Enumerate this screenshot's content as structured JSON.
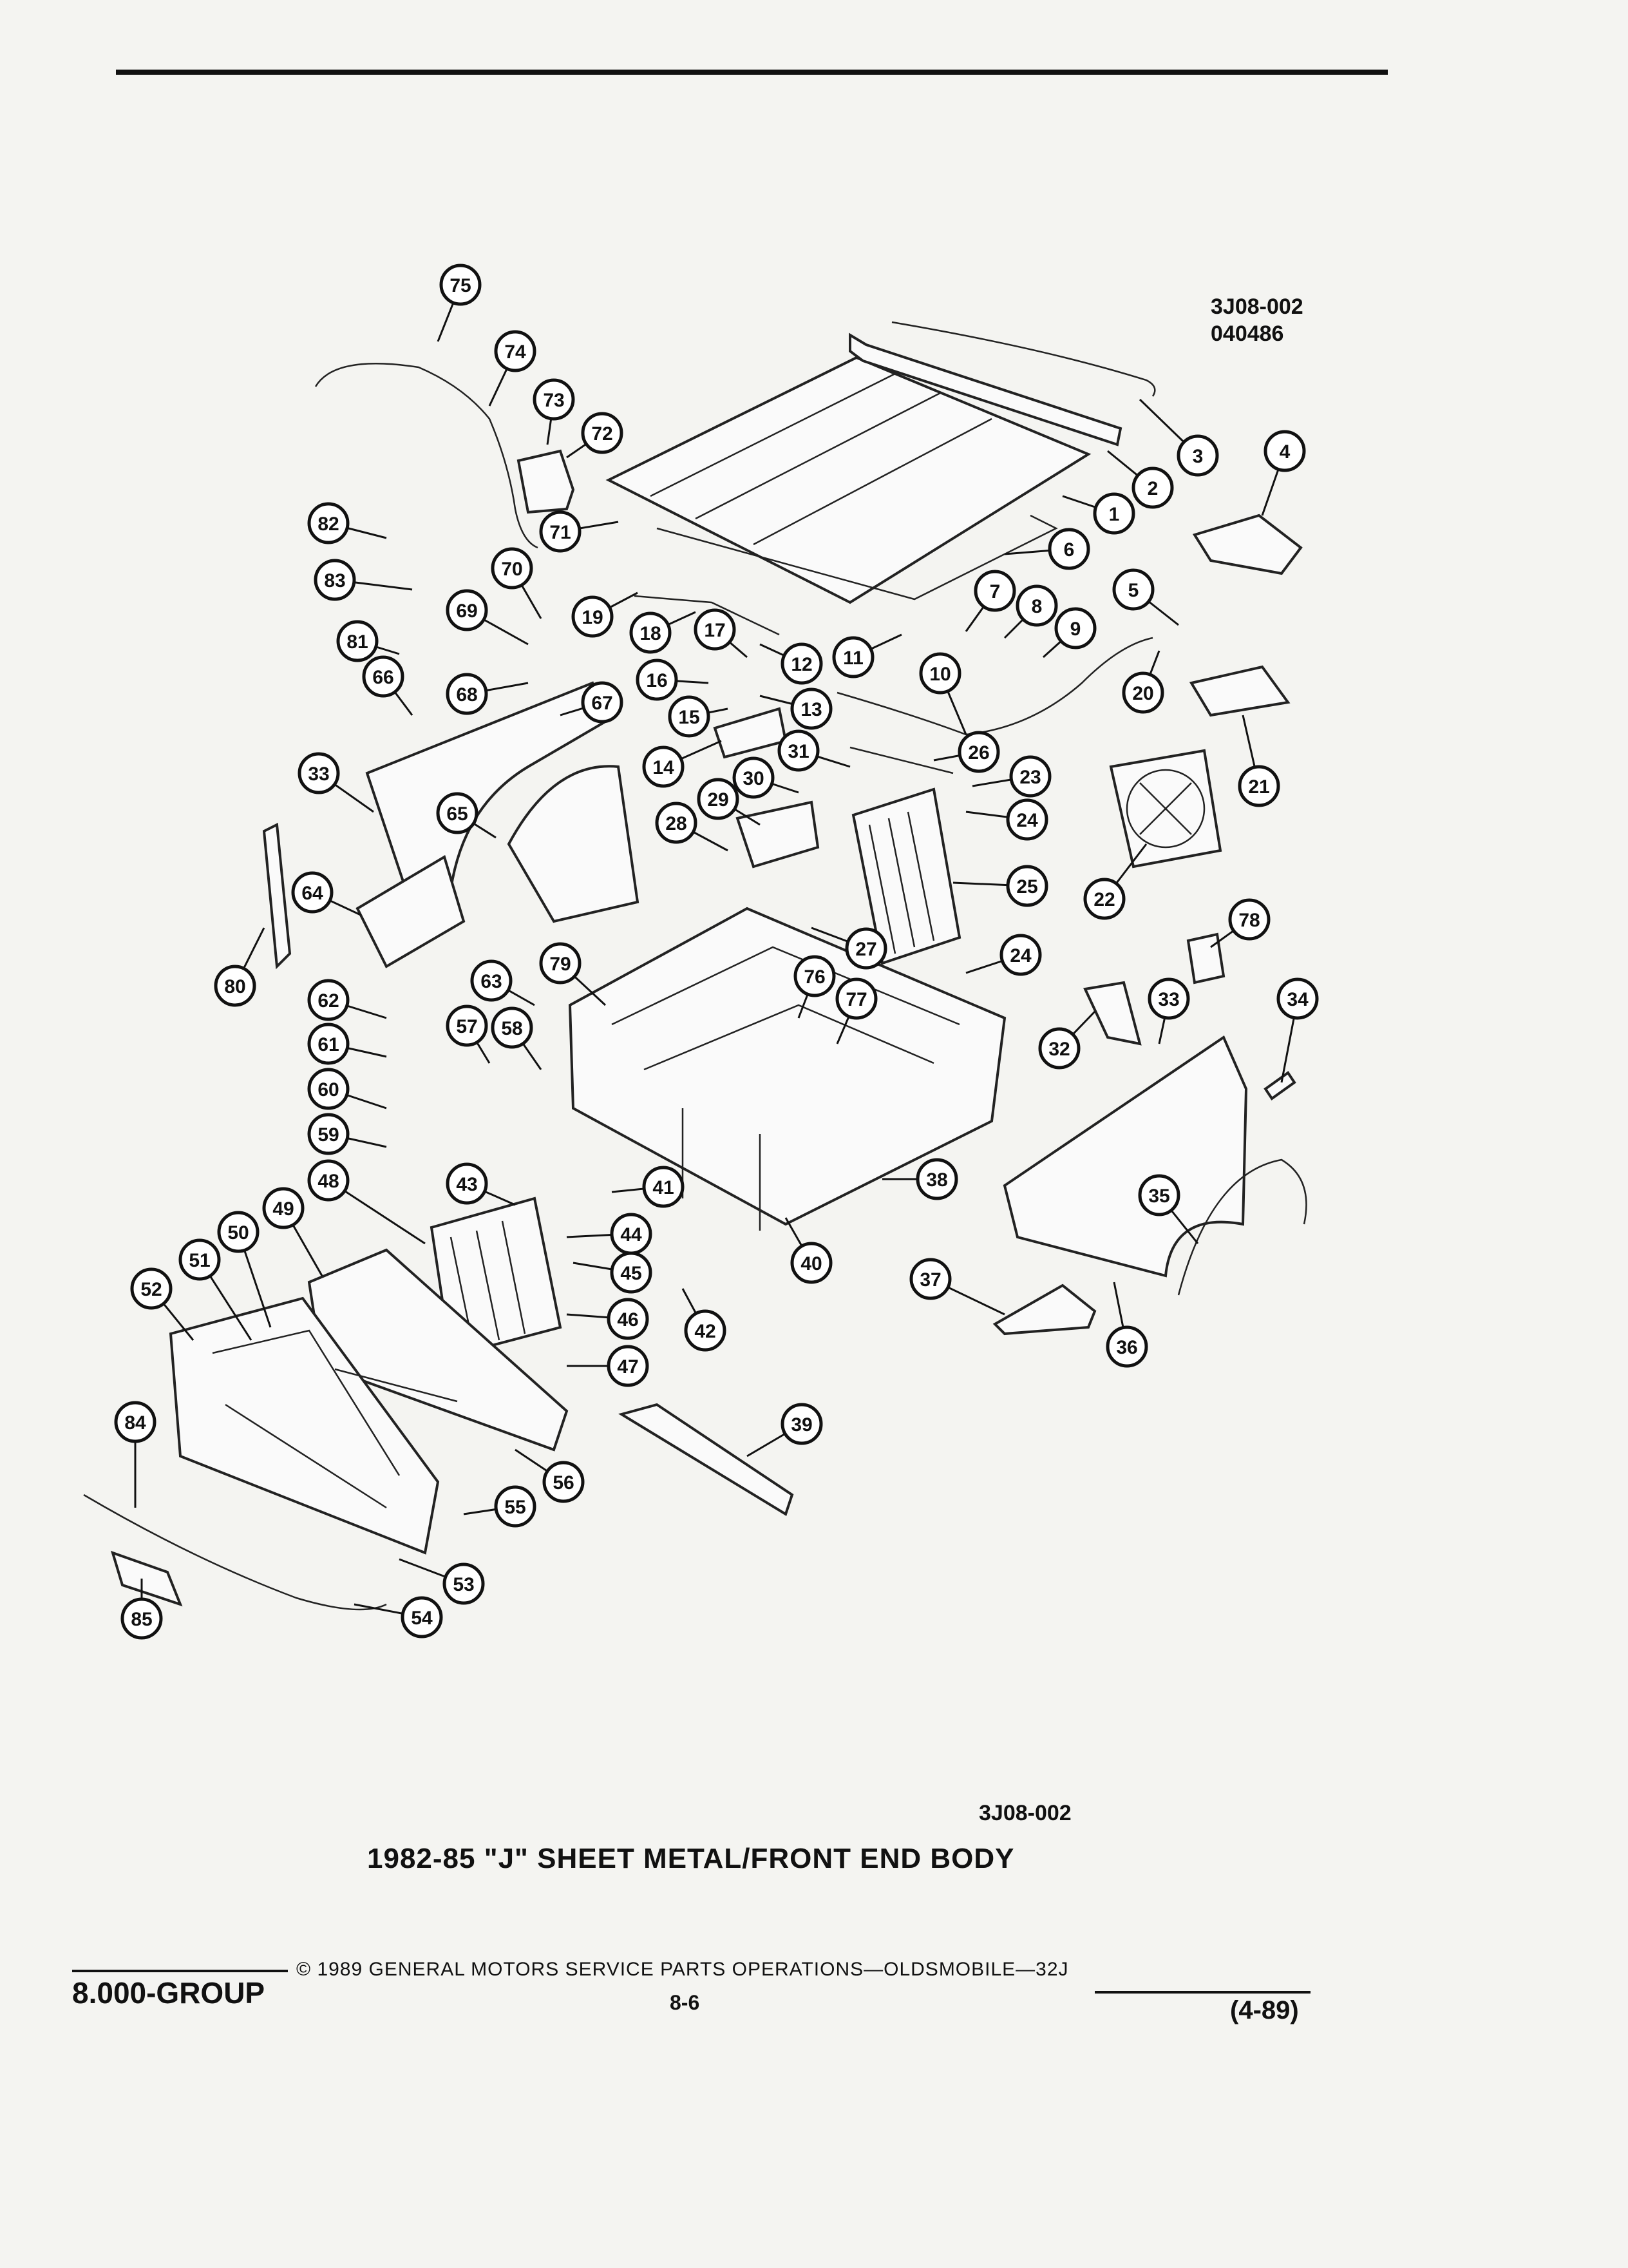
{
  "header": {
    "drawing_code": "3J08-002",
    "drawing_date": "040486"
  },
  "diagram": {
    "callouts": [
      {
        "id": "c1",
        "label": "1"
      },
      {
        "id": "c2",
        "label": "2"
      },
      {
        "id": "c3",
        "label": "3"
      },
      {
        "id": "c4",
        "label": "4"
      },
      {
        "id": "c5",
        "label": "5"
      },
      {
        "id": "c6",
        "label": "6"
      },
      {
        "id": "c7",
        "label": "7"
      },
      {
        "id": "c8",
        "label": "8"
      },
      {
        "id": "c9",
        "label": "9"
      },
      {
        "id": "c10",
        "label": "10"
      },
      {
        "id": "c11",
        "label": "11"
      },
      {
        "id": "c12",
        "label": "12"
      },
      {
        "id": "c13",
        "label": "13"
      },
      {
        "id": "c14",
        "label": "14"
      },
      {
        "id": "c15",
        "label": "15"
      },
      {
        "id": "c16",
        "label": "16"
      },
      {
        "id": "c17",
        "label": "17"
      },
      {
        "id": "c18",
        "label": "18"
      },
      {
        "id": "c19",
        "label": "19"
      },
      {
        "id": "c20",
        "label": "20"
      },
      {
        "id": "c21",
        "label": "21"
      },
      {
        "id": "c22",
        "label": "22"
      },
      {
        "id": "c23",
        "label": "23"
      },
      {
        "id": "c24a",
        "label": "24"
      },
      {
        "id": "c24b",
        "label": "24"
      },
      {
        "id": "c25",
        "label": "25"
      },
      {
        "id": "c26",
        "label": "26"
      },
      {
        "id": "c27",
        "label": "27"
      },
      {
        "id": "c28",
        "label": "28"
      },
      {
        "id": "c29",
        "label": "29"
      },
      {
        "id": "c30",
        "label": "30"
      },
      {
        "id": "c31",
        "label": "31"
      },
      {
        "id": "c32",
        "label": "32"
      },
      {
        "id": "c33a",
        "label": "33"
      },
      {
        "id": "c33b",
        "label": "33"
      },
      {
        "id": "c34",
        "label": "34"
      },
      {
        "id": "c35",
        "label": "35"
      },
      {
        "id": "c36",
        "label": "36"
      },
      {
        "id": "c37",
        "label": "37"
      },
      {
        "id": "c38",
        "label": "38"
      },
      {
        "id": "c39",
        "label": "39"
      },
      {
        "id": "c40",
        "label": "40"
      },
      {
        "id": "c41",
        "label": "41"
      },
      {
        "id": "c42",
        "label": "42"
      },
      {
        "id": "c43",
        "label": "43"
      },
      {
        "id": "c44",
        "label": "44"
      },
      {
        "id": "c45",
        "label": "45"
      },
      {
        "id": "c46",
        "label": "46"
      },
      {
        "id": "c47",
        "label": "47"
      },
      {
        "id": "c48",
        "label": "48"
      },
      {
        "id": "c49",
        "label": "49"
      },
      {
        "id": "c50",
        "label": "50"
      },
      {
        "id": "c51",
        "label": "51"
      },
      {
        "id": "c52",
        "label": "52"
      },
      {
        "id": "c53",
        "label": "53"
      },
      {
        "id": "c54",
        "label": "54"
      },
      {
        "id": "c55",
        "label": "55"
      },
      {
        "id": "c56",
        "label": "56"
      },
      {
        "id": "c57",
        "label": "57"
      },
      {
        "id": "c58",
        "label": "58"
      },
      {
        "id": "c59",
        "label": "59"
      },
      {
        "id": "c60",
        "label": "60"
      },
      {
        "id": "c61",
        "label": "61"
      },
      {
        "id": "c62",
        "label": "62"
      },
      {
        "id": "c63",
        "label": "63"
      },
      {
        "id": "c64",
        "label": "64"
      },
      {
        "id": "c65",
        "label": "65"
      },
      {
        "id": "c66",
        "label": "66"
      },
      {
        "id": "c67",
        "label": "67"
      },
      {
        "id": "c68",
        "label": "68"
      },
      {
        "id": "c69",
        "label": "69"
      },
      {
        "id": "c70",
        "label": "70"
      },
      {
        "id": "c71",
        "label": "71"
      },
      {
        "id": "c72",
        "label": "72"
      },
      {
        "id": "c73",
        "label": "73"
      },
      {
        "id": "c74",
        "label": "74"
      },
      {
        "id": "c75",
        "label": "75"
      },
      {
        "id": "c76",
        "label": "76"
      },
      {
        "id": "c77",
        "label": "77"
      },
      {
        "id": "c78",
        "label": "78"
      },
      {
        "id": "c79",
        "label": "79"
      },
      {
        "id": "c80",
        "label": "80"
      },
      {
        "id": "c81",
        "label": "81"
      },
      {
        "id": "c82",
        "label": "82"
      },
      {
        "id": "c83",
        "label": "83"
      },
      {
        "id": "c84",
        "label": "84"
      },
      {
        "id": "c85",
        "label": "85"
      }
    ]
  },
  "footer": {
    "drawing_code": "3J08-002",
    "caption": "1982-85 \"J\" SHEET METAL/FRONT END BODY",
    "group": "8.000-GROUP",
    "copyright": "© 1989 GENERAL MOTORS SERVICE PARTS OPERATIONS—OLDSMOBILE—32J",
    "page_number": "8-6",
    "revision": "(4-89)"
  }
}
